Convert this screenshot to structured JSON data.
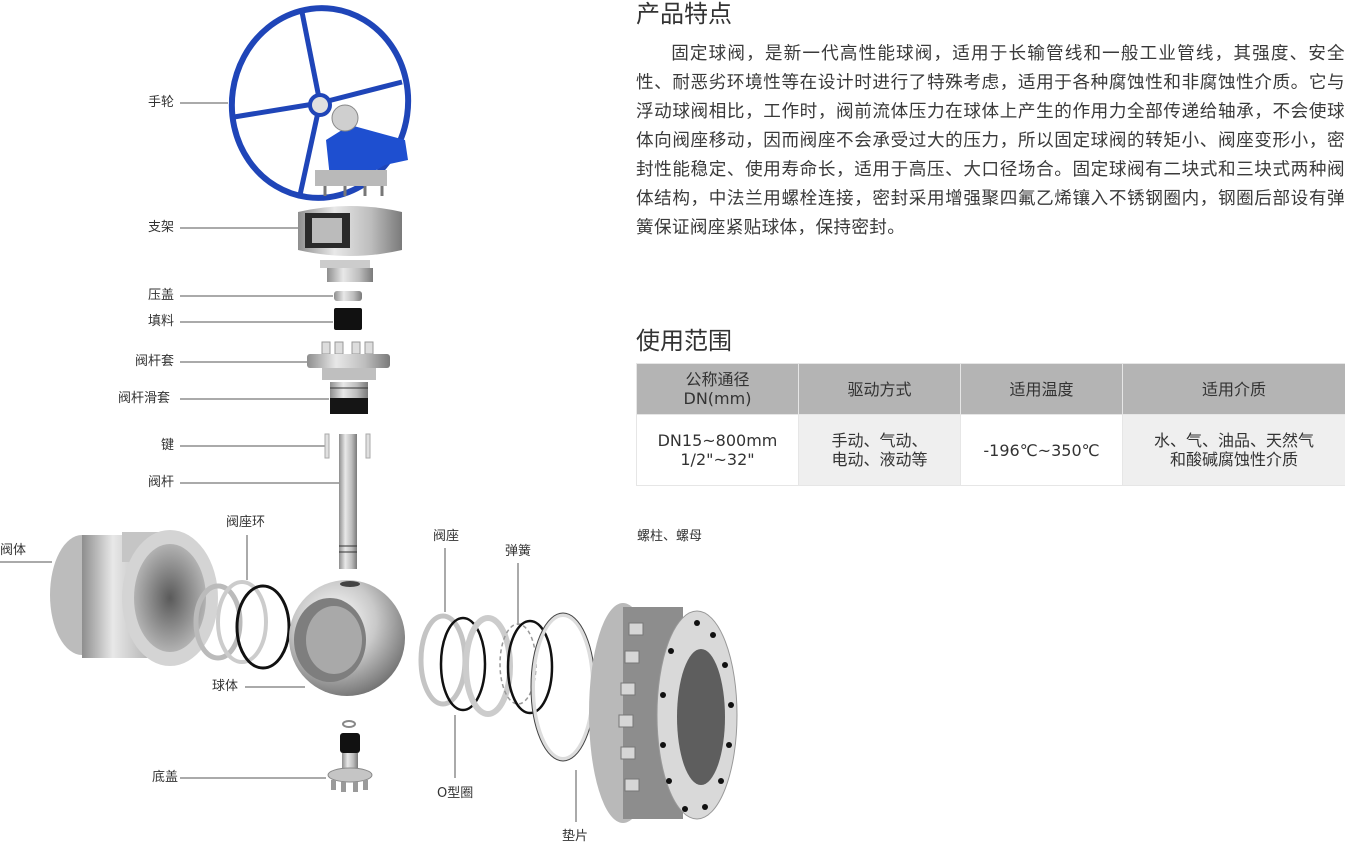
{
  "diagram": {
    "labels": {
      "handwheel": "手轮",
      "bracket": "支架",
      "gland": "压盖",
      "packing": "填料",
      "stem_sleeve": "阀杆套",
      "stem_sliding_sleeve": "阀杆滑套",
      "key": "键",
      "stem": "阀杆",
      "seat_ring": "阀座环",
      "body": "阀体",
      "ball": "球体",
      "bottom_cover": "底盖",
      "seat": "阀座",
      "spring": "弹簧",
      "bolt_nut": "螺柱、螺母",
      "o_ring": "O型圈",
      "gasket": "垫片"
    },
    "colors": {
      "handwheel": "#1f45b8",
      "metal": "#c8c8c8",
      "dark": "#1a1a1a",
      "leader": "#555555"
    }
  },
  "features": {
    "title": "产品特点",
    "paragraph": "固定球阀，是新一代高性能球阀，适用于长输管线和一般工业管线，其强度、安全性、耐恶劣环境性等在设计时进行了特殊考虑，适用于各种腐蚀性和非腐蚀性介质。它与浮动球阀相比，工作时，阀前流体压力在球体上产生的作用力全部传递给轴承，不会使球体向阀座移动，因而阀座不会承受过大的压力，所以固定球阀的转矩小、阀座变形小，密封性能稳定、使用寿命长，适用于高压、大口径场合。固定球阀有二块式和三块式两种阀体结构，中法兰用螺栓连接，密封采用增强聚四氟乙烯镶入不锈钢圈内，钢圈后部设有弹簧保证阀座紧贴球体，保持密封。"
  },
  "scope": {
    "title": "使用范围",
    "headers": [
      {
        "line1": "公称通径",
        "line2": "DN(mm)"
      },
      {
        "line1": "驱动方式",
        "line2": ""
      },
      {
        "line1": "适用温度",
        "line2": ""
      },
      {
        "line1": "适用介质",
        "line2": ""
      }
    ],
    "row": [
      {
        "line1": "DN15~800mm",
        "line2": "1/2\"~32\""
      },
      {
        "line1": "手动、气动、",
        "line2": "电动、液动等"
      },
      {
        "line1": "-196℃~350℃",
        "line2": ""
      },
      {
        "line1": "水、气、油品、天然气",
        "line2": "和酸碱腐蚀性介质"
      }
    ],
    "colors": {
      "header_bg": "#b4b4b4",
      "alt_bg": "#efefef",
      "border": "#e6e6e6"
    }
  }
}
